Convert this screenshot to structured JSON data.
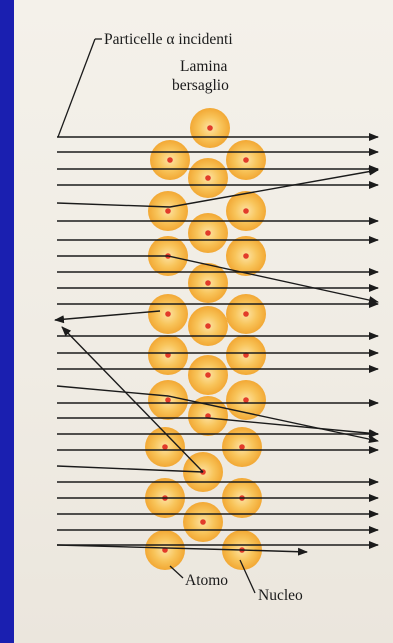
{
  "labels": {
    "incident_particles": "Particelle α incidenti",
    "foil_line1": "Lamina",
    "foil_line2": "bersaglio",
    "atom": "Atomo",
    "nucleus": "Nucleo"
  },
  "colors": {
    "background": "#1a1fb0",
    "paper": "#f2eee6",
    "atom_outer": "#f6b640",
    "atom_inner": "#fbd27a",
    "nucleus": "#e23b2a",
    "arrow": "#1b1b1b"
  }
}
